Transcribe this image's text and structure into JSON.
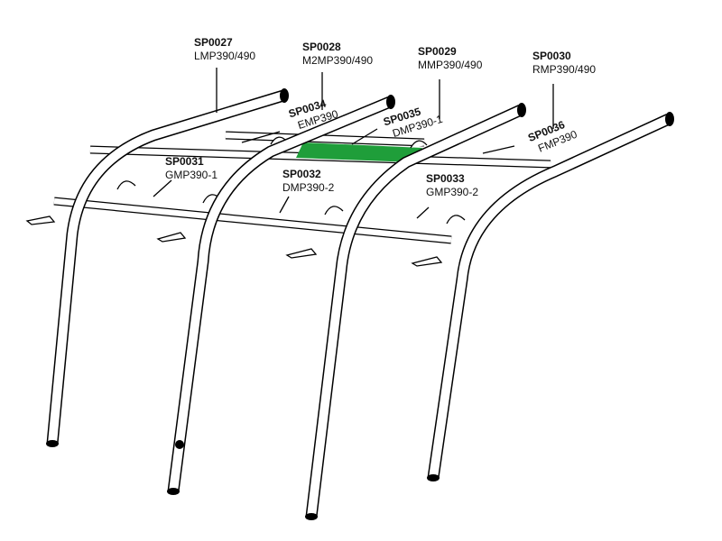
{
  "title": "Tent frame pole diagram",
  "highlight_color": "#1f9e3a",
  "labels": [
    {
      "code": "SP0027",
      "part": "LMP390/490"
    },
    {
      "code": "SP0028",
      "part": "M2MP390/490"
    },
    {
      "code": "SP0029",
      "part": "MMP390/490"
    },
    {
      "code": "SP0030",
      "part": "RMP390/490"
    },
    {
      "code": "SP0034",
      "part": "EMP390"
    },
    {
      "code": "SP0035",
      "part": "DMP390-1"
    },
    {
      "code": "SP0036",
      "part": "FMP390"
    },
    {
      "code": "SP0031",
      "part": "GMP390-1"
    },
    {
      "code": "SP0032",
      "part": "DMP390-2"
    },
    {
      "code": "SP0033",
      "part": "GMP390-2"
    }
  ]
}
